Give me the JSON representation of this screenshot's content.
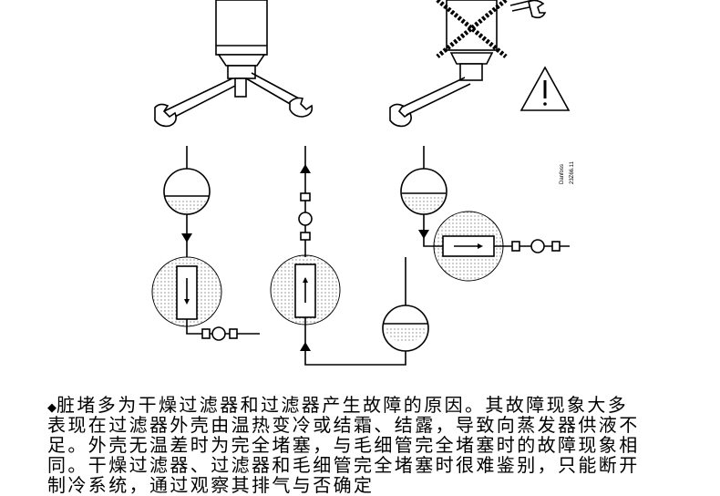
{
  "figure": {
    "brand_label": "Danfoss",
    "figure_code": "23Z66.11",
    "warning_icon": "warning-triangle"
  },
  "text": {
    "bullet": "◆",
    "lines": [
      "脏堵多为干燥过滤器和过滤器产生故障的原因。其故障现象大多",
      "表现在过滤器外壳由温热变冷或结霜、结露，导致向蒸发器供液不",
      "足。外壳无温差时为完全堵塞，与毛细管完全堵塞时的故障现象相",
      "同。干燥过滤器、过滤器和毛细管完全堵塞时很难鉴别，只能断开",
      "制冷系统，通过观察其排气与否确定"
    ]
  }
}
